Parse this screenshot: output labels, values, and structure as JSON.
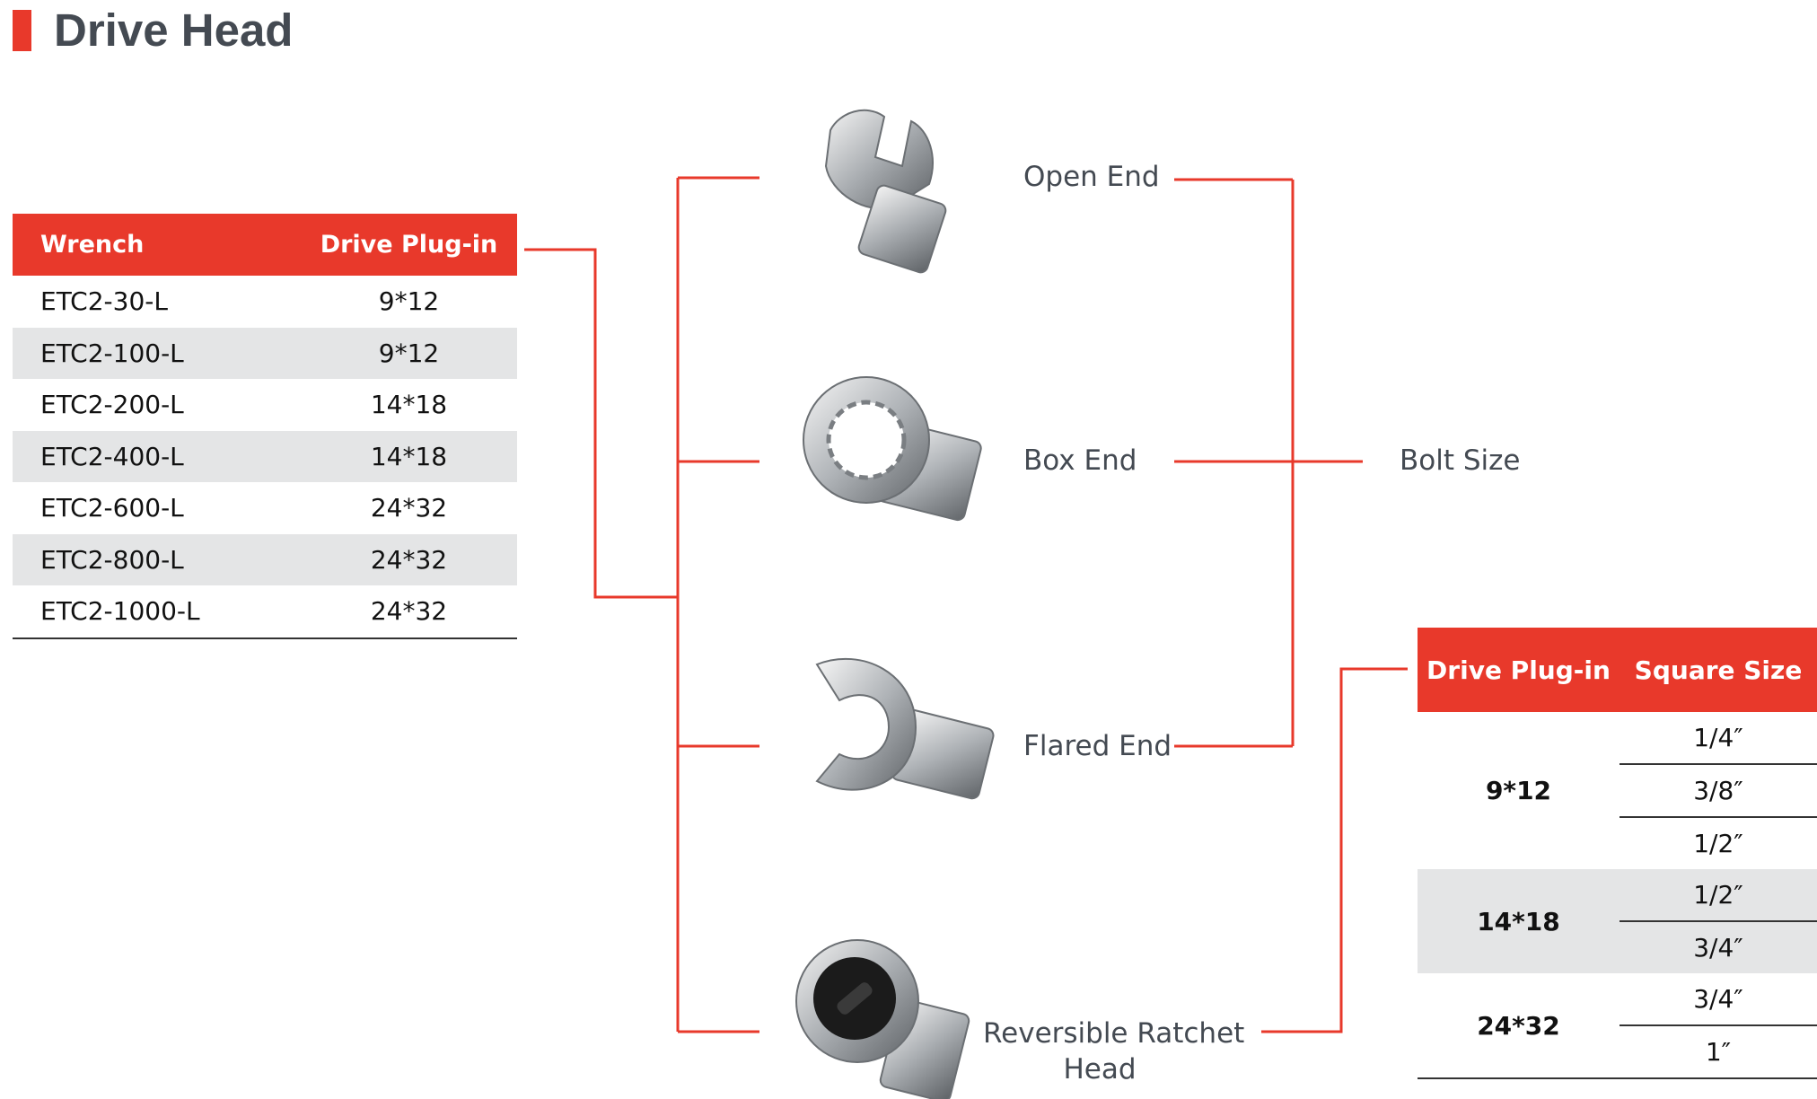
{
  "title": "Drive Head",
  "wrench_table": {
    "headers": [
      "Wrench",
      "Drive Plug-in"
    ],
    "rows": [
      [
        "ETC2-30-L",
        "9*12"
      ],
      [
        "ETC2-100-L",
        "9*12"
      ],
      [
        "ETC2-200-L",
        "14*18"
      ],
      [
        "ETC2-400-L",
        "14*18"
      ],
      [
        "ETC2-600-L",
        "24*32"
      ],
      [
        "ETC2-800-L",
        "24*32"
      ],
      [
        "ETC2-1000-L",
        "24*32"
      ]
    ]
  },
  "heads": {
    "open_end": "Open End",
    "box_end": "Box End",
    "flared_end": "Flared End",
    "ratchet_line1": "Reversible Ratchet",
    "ratchet_line2": "Head"
  },
  "bolt_size": "Bolt Size",
  "square_table": {
    "headers": [
      "Drive Plug-in",
      "Square Size"
    ],
    "groups": [
      {
        "plug": "9*12",
        "sizes": [
          "1/4″",
          "3/8″",
          "1/2″"
        ]
      },
      {
        "plug": "14*18",
        "sizes": [
          "1/2″",
          "3/4″"
        ]
      },
      {
        "plug": "24*32",
        "sizes": [
          "3/4″",
          "1″"
        ]
      }
    ]
  },
  "colors": {
    "accent": "#e8392b",
    "text": "#444a52",
    "shade": "#e4e5e6"
  }
}
